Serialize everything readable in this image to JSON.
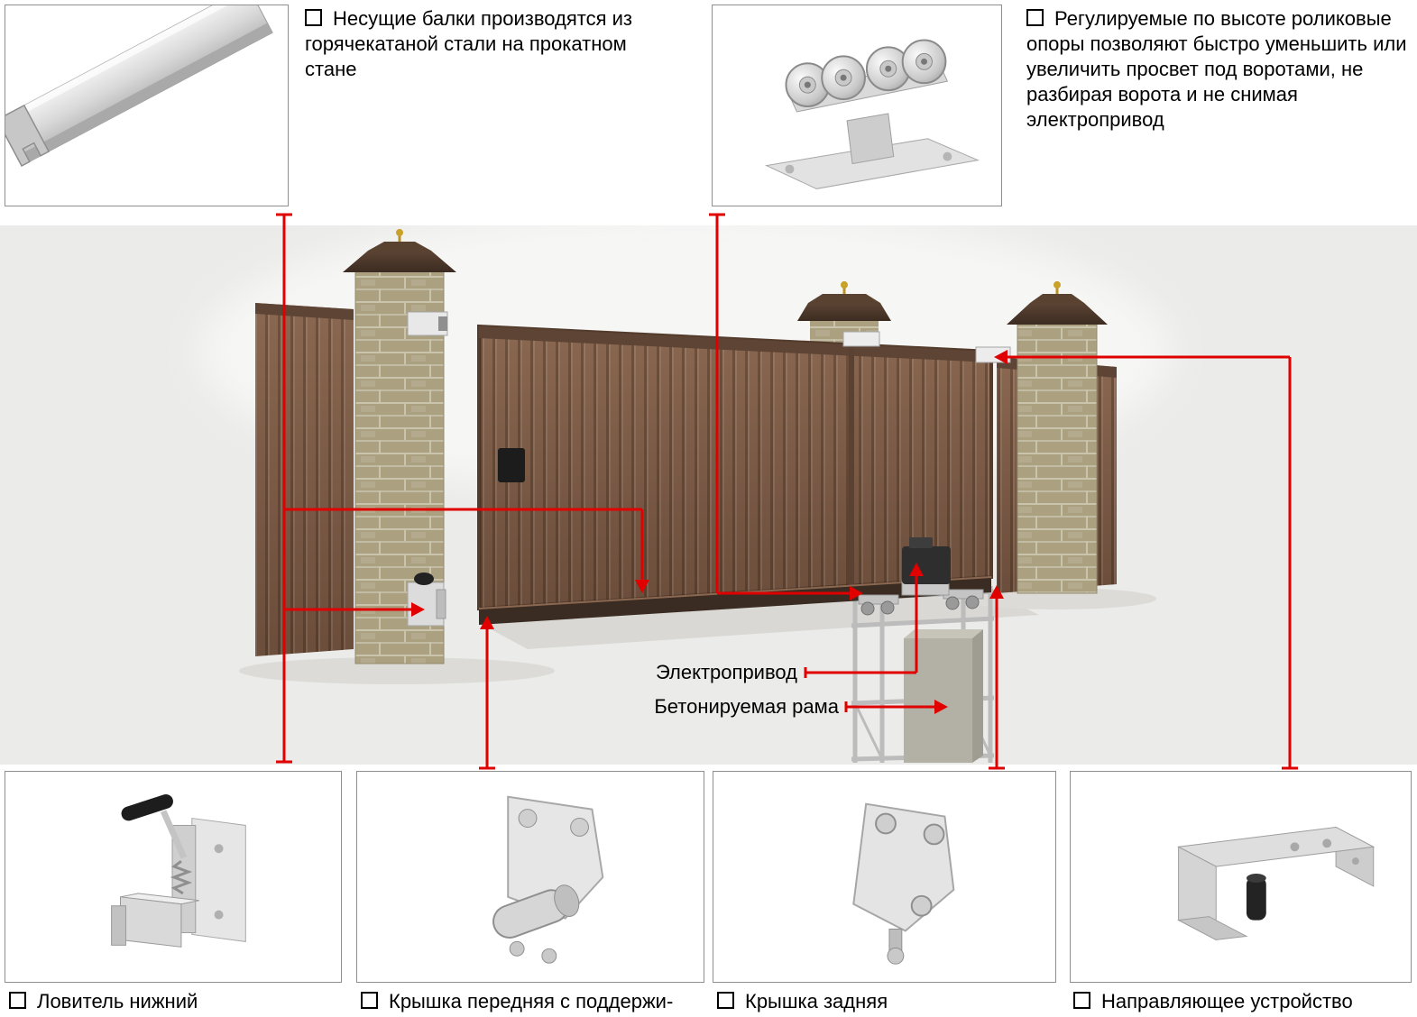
{
  "colors": {
    "annotation_red": "#e00000",
    "gate_brown": "#7a5843",
    "band_gray": "#ebebe9",
    "box_border": "#8f8f8f",
    "cap_brown": "#46352a",
    "stone_beige": "#aba181",
    "finial_gold": "#c9a22c"
  },
  "icons": {
    "bullet": "checkbox-square"
  },
  "top_callouts": [
    {
      "image": "steel-beam",
      "text": "Несущие балки производятся из горячекатаной стали на прокатном стане"
    },
    {
      "image": "roller-carriage",
      "text": "Регулируемые по высоте роликовые опоры позволяют быстро уменьшить или увеличить просвет под воротами, не разбирая ворота и не снимая электропривод"
    }
  ],
  "scene": {
    "labels": {
      "drive": "Электропривод",
      "frame": "Бетонируемая рама"
    }
  },
  "bottom_callouts": [
    {
      "image": "bottom-catcher",
      "label": "Ловитель нижний"
    },
    {
      "image": "front-cover-with-rollers",
      "label": "Крышка передняя с поддержи-"
    },
    {
      "image": "rear-cover",
      "label": "Крышка задняя"
    },
    {
      "image": "guide-device",
      "label": "Направляющее устройство"
    }
  ]
}
